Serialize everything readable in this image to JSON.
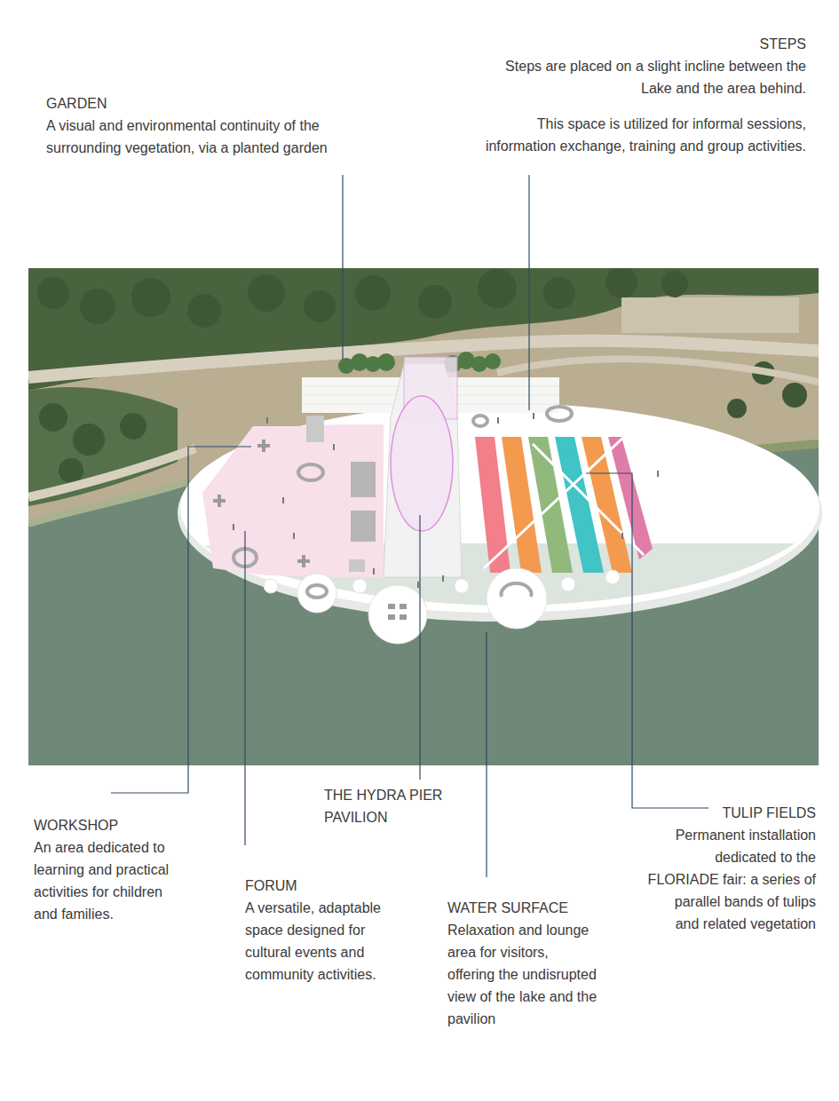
{
  "diagram": {
    "labels": [
      "STEPS",
      "Steps are placed on a slight incline between the Lake and the area behind.",
      "This space is utilized for informal sessions, information exchange, training and group activities.",
      "GARDEN",
      "A visual and environmental continuity of the surrounding vegetation, via a planted garden",
      "WORKSHOP",
      "An area dedicated to learning and practical activities for children and families.",
      "FORUM",
      "A versatile, adaptable space designed for cultural events and community activities.",
      "THE HYDRA PIER PAVILION",
      "WATER SURFACE",
      "Relaxation and lounge area for visitors, offering the undisrupted view of the lake and the pavilion",
      "TULIP FIELDS",
      "Permanent installation dedicated to the FLORIADE fair: a series of parallel bands of tulips and related vegetation"
    ]
  }
}
